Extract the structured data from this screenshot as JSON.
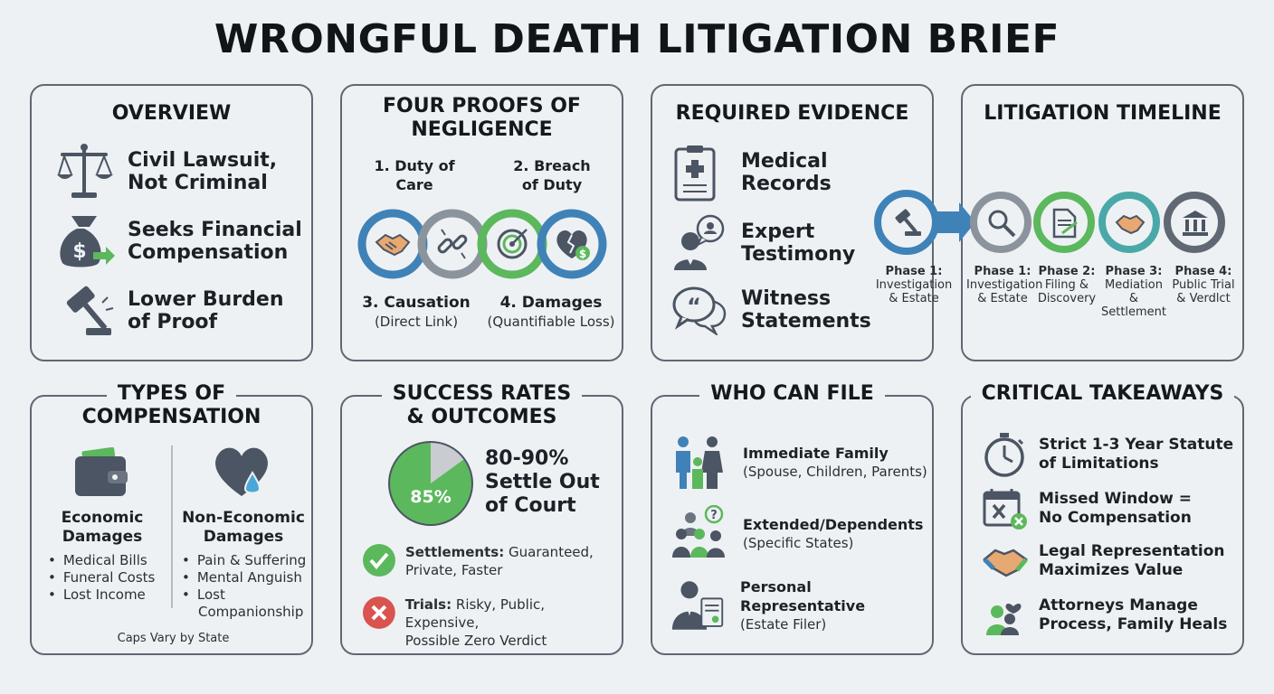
{
  "title": "WRONGFUL DEATH LITIGATION BRIEF",
  "overview": {
    "title": "OVERVIEW",
    "items": [
      {
        "l1": "Civil Lawsuit,",
        "l2": "Not Criminal"
      },
      {
        "l1": "Seeks Financial",
        "l2": "Compensation"
      },
      {
        "l1": "Lower Burden",
        "l2": "of Proof"
      }
    ]
  },
  "proofs": {
    "title_l1": "FOUR PROOFS OF",
    "title_l2": "NEGLIGENCE",
    "p1_l1": "1. Duty of",
    "p1_l2": "Care",
    "p2_l1": "2. Breach",
    "p2_l2": "of Duty",
    "p3": "3. Causation",
    "p3_sub": "(Direct Link)",
    "p4": "4. Damages",
    "p4_sub": "(Quantifiable Loss)",
    "money_symbol": "$"
  },
  "evidence": {
    "title": "REQUIRED EVIDENCE",
    "items": [
      {
        "l1": "Medical",
        "l2": "Records"
      },
      {
        "l1": "Expert",
        "l2": "Testimony"
      },
      {
        "l1": "Witness",
        "l2": "Statements"
      }
    ]
  },
  "timeline": {
    "title": "LITIGATION TIMELINE",
    "lead": {
      "l1": "Phase 1:",
      "l2": "Investigation",
      "l3": "& Estate"
    },
    "phases": [
      {
        "l1": "Phase 1:",
        "l2": "Investigation",
        "l3": "& Estate"
      },
      {
        "l1": "Phase 2:",
        "l2": "Filing &",
        "l3": "Discovery"
      },
      {
        "l1": "Phase 3:",
        "l2": "Mediation &",
        "l3": "Settlement"
      },
      {
        "l1": "Phase 4:",
        "l2": "Public Trial",
        "l3": "& Verdlct"
      }
    ]
  },
  "compensation": {
    "title_l1": "TYPES OF",
    "title_l2": "COMPENSATION",
    "economic_l1": "Economic",
    "economic_l2": "Damages",
    "economic_items": [
      "Medical Bills",
      "Funeral Costs",
      "Lost Income"
    ],
    "noneconomic_l1": "Non-Economic",
    "noneconomic_l2": "Damages",
    "noneconomic_items": [
      "Pain & Suffering",
      "Mental Anguish",
      "Lost",
      "Companionship"
    ],
    "footnote": "Caps Vary by State"
  },
  "success": {
    "title_l1": "SUCCESS RATES",
    "title_l2": "& OUTCOMES",
    "pie_label": "85%",
    "pie_value": 0.85,
    "pie_colors": {
      "settle": "#5cb85c",
      "other": "#c9cdd1"
    },
    "settle_l1": "80-90%",
    "settle_l2": "Settle Out",
    "settle_l3": "of Court",
    "settlements_label": "Settlements:",
    "settlements_l1": "Guaranteed,",
    "settlements_l2": "Private, Faster",
    "trials_label": "Trials:",
    "trials_l1": "Risky, Public, Expensive,",
    "trials_l2": "Possible Zero Verdict"
  },
  "who": {
    "title": "WHO CAN FILE",
    "items": [
      {
        "name": "Immediate Family",
        "sub": "(Spouse, Children, Parents)"
      },
      {
        "name": "Extended/Dependents",
        "sub": "(Specific States)"
      },
      {
        "name": "Personal Representative",
        "sub": "(Estate Filer)"
      }
    ],
    "question_mark": "?"
  },
  "takeaways": {
    "title": "CRITICAL TAKEAWAYS",
    "items": [
      {
        "l1": "Strict 1-3 Year Statute",
        "l2": "of Limitations"
      },
      {
        "l1": "Missed Window =",
        "l2": "No Compensation"
      },
      {
        "l1": "Legal Representation",
        "l2": "Maximizes Value"
      },
      {
        "l1": "Attorneys Manage",
        "l2": "Process, Family Heals"
      }
    ]
  },
  "colors": {
    "blue": "#3f82b8",
    "green": "#5cb85c",
    "gray": "#8b939c",
    "teal": "#4aa8a8",
    "dark": "#4b5563"
  }
}
